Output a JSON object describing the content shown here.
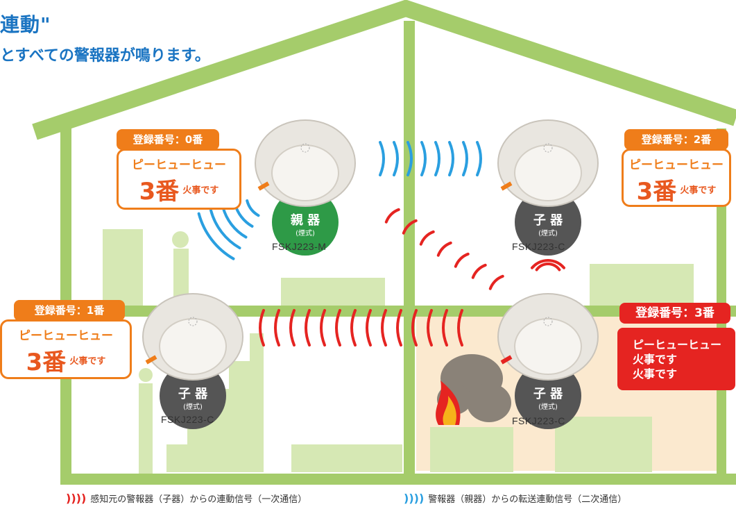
{
  "title_line1": "連動\"",
  "title_line2": "とすべての警報器が鳴ります。",
  "detectors": [
    {
      "reg_label": "登録番号：0番",
      "role": "親 器",
      "kind": "(煙式)",
      "model": "FSKJ223-M",
      "bubble_chime": "ピーヒューヒュー",
      "bubble_num": "3番",
      "bubble_fire": "火事です"
    },
    {
      "reg_label": "登録番号：2番",
      "role": "子 器",
      "kind": "(煙式)",
      "model": "FSKJ223-C",
      "bubble_chime": "ピーヒューヒュー",
      "bubble_num": "3番",
      "bubble_fire": "火事です"
    },
    {
      "reg_label": "登録番号：1番",
      "role": "子 器",
      "kind": "(煙式)",
      "model": "FSKJ223-C",
      "bubble_chime": "ピーヒューヒュー",
      "bubble_num": "3番",
      "bubble_fire": "火事です"
    },
    {
      "reg_label": "登録番号：3番",
      "role": "子 器",
      "kind": "(煙式)",
      "model": "FSKJ223-C",
      "alarm_lines": [
        "ピーヒューヒュー",
        "火事です",
        "火事です"
      ]
    }
  ],
  "legend": [
    {
      "text": "感知元の警報器（子器）からの連動信号（一次通信）",
      "color": "#e52421"
    },
    {
      "text": "警報器（親器）からの転送連動信号（二次通信）",
      "color": "#2a9fe0"
    }
  ],
  "colors": {
    "house": "#a5cc6b",
    "house_light": "#d6e8b4",
    "parent_badge": "#2e9a47",
    "child_badge": "#555555",
    "alarm_red": "#e52421",
    "bubble_orange": "#ef7d1a",
    "title_blue": "#1a74c2",
    "fire_room": "#fbe9cf"
  }
}
